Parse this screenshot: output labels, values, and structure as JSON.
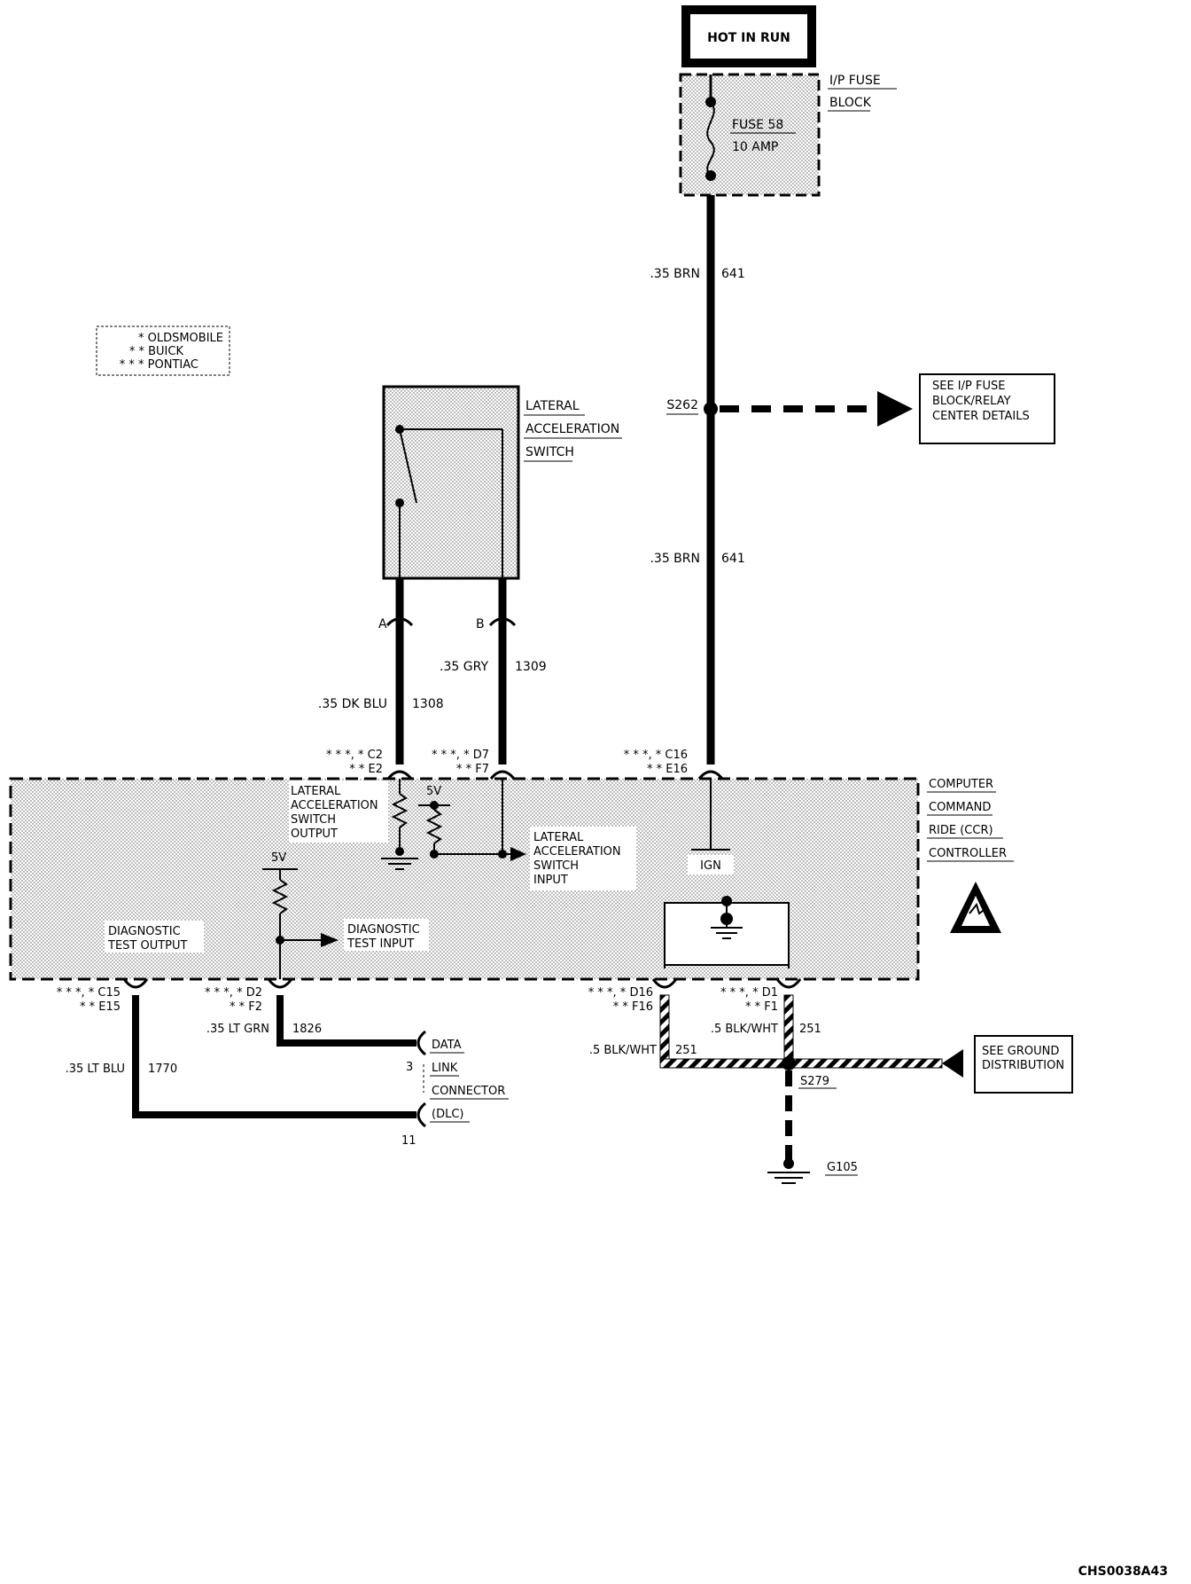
{
  "power_source": "HOT IN RUN",
  "fuse_block": {
    "label_line1": "I/P FUSE",
    "label_line2": "BLOCK",
    "fuse_line1": "FUSE 58",
    "fuse_line2": "10 AMP"
  },
  "wires": {
    "brn_upper_gauge": ".35 BRN",
    "brn_upper_circuit": "641",
    "brn_lower_gauge": ".35 BRN",
    "brn_lower_circuit": "641",
    "gry_gauge": ".35 GRY",
    "gry_circuit": "1309",
    "dkblu_gauge": ".35 DK BLU",
    "dkblu_circuit": "1308",
    "ltgrn_gauge": ".35 LT GRN",
    "ltgrn_circuit": "1826",
    "ltblu_gauge": ".35 LT BLU",
    "ltblu_circuit": "1770",
    "blkwht_left_gauge": ".5 BLK/WHT",
    "blkwht_left_circuit": "251",
    "blkwht_right_gauge": ".5 BLK/WHT",
    "blkwht_right_circuit": "251"
  },
  "splices": {
    "s262": "S262",
    "s279": "S279",
    "g105": "G105"
  },
  "references": {
    "fuse_block_ref_line1": "SEE I/P FUSE",
    "fuse_block_ref_line2": "BLOCK/RELAY",
    "fuse_block_ref_line3": "CENTER DETAILS",
    "ground_ref_line1": "SEE GROUND",
    "ground_ref_line2": "DISTRIBUTION"
  },
  "legend": {
    "oldsmobile": "* OLDSMOBILE",
    "buick": "* * BUICK",
    "pontiac": "* * * PONTIAC"
  },
  "switch": {
    "label_line1": "LATERAL",
    "label_line2": "ACCELERATION",
    "label_line3": "SWITCH",
    "pin_a": "A",
    "pin_b": "B"
  },
  "controller": {
    "label_line1": "COMPUTER",
    "label_line2": "COMMAND",
    "label_line3": "RIDE (CCR)",
    "label_line4": "CONTROLLER",
    "pin_c2": "* * *, * C2",
    "pin_e2": "* * E2",
    "pin_d7": "* * *, * D7",
    "pin_f7": "* * F7",
    "pin_c16": "* * *, * C16",
    "pin_e16": "* * E16",
    "pin_c15": "* * *, * C15",
    "pin_e15": "* * E15",
    "pin_d2": "* * *, * D2",
    "pin_f2": "* * F2",
    "pin_d16": "* * *, * D16",
    "pin_f16": "* * F16",
    "pin_d1": "* * *, * D1",
    "pin_f1": "* * F1",
    "switch_output_line1": "LATERAL",
    "switch_output_line2": "ACCELERATION",
    "switch_output_line3": "SWITCH",
    "switch_output_line4": "OUTPUT",
    "switch_input_line1": "LATERAL",
    "switch_input_line2": "ACCELERATION",
    "switch_input_line3": "SWITCH",
    "switch_input_line4": "INPUT",
    "voltage_a": "5V",
    "voltage_b": "5V",
    "ign": "IGN",
    "diag_output_line1": "DIAGNOSTIC",
    "diag_output_line2": "TEST OUTPUT",
    "diag_input_line1": "DIAGNOSTIC",
    "diag_input_line2": "TEST INPUT"
  },
  "dlc": {
    "label_line1": "DATA",
    "label_line2": "LINK",
    "label_line3": "CONNECTOR",
    "label_line4": "(DLC)",
    "pin_3": "3",
    "pin_11": "11"
  },
  "drawing_id": "CHS0038A43"
}
